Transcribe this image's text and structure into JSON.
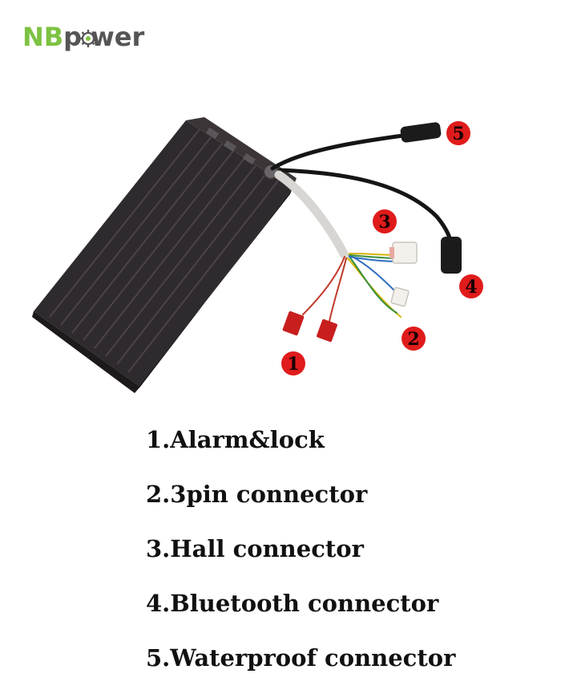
{
  "brand": {
    "name_part1": "NB",
    "name_part2": "p  wer",
    "accent_color": "#7dc242",
    "text_color": "#555555"
  },
  "callouts": [
    "1",
    "2",
    "3",
    "4",
    "5"
  ],
  "callout_color": "#e01b1b",
  "legend": [
    "1.Alarm&lock",
    "2.3pin connector",
    "3.Hall connector",
    "4.Bluetooth connector",
    "5.Waterproof connector"
  ]
}
